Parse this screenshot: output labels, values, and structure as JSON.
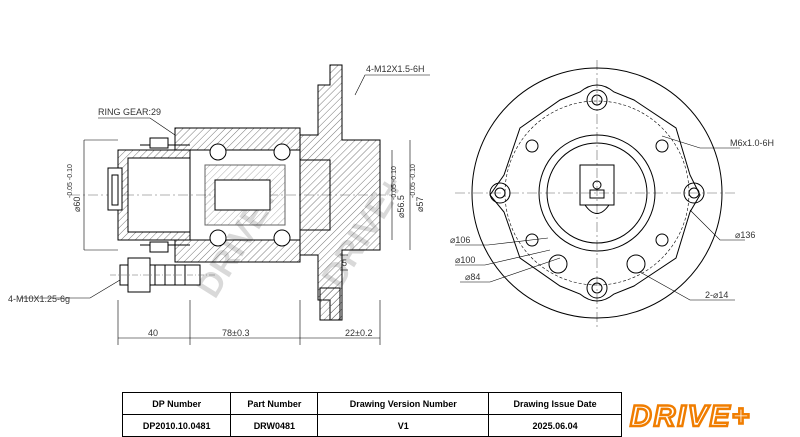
{
  "drawing": {
    "labels": {
      "thread_top": "4-M12X1.5-6H",
      "ring_gear": "RING GEAR:29",
      "stud_thread": "4-M10X1.25-6g",
      "dim_40": "40",
      "dim_78": "78±0.3",
      "dim_22": "22±0.2",
      "dim_5": "5",
      "dia_60": "⌀60",
      "dia_60_tol": "-0.05 -0.10",
      "dia_56_5": "⌀56.5",
      "dia_56_5_tol": "-0.05 -0.10",
      "dia_57": "⌀57",
      "dia_57_tol": "-0.05 -0.10",
      "thread_m6": "M6x1.0-6H",
      "dia_106": "⌀106",
      "dia_100": "⌀100",
      "dia_84": "⌀84",
      "dia_136": "⌀136",
      "holes_14": "2-⌀14"
    },
    "watermark": "DRIVE+"
  },
  "title_block": {
    "headers": [
      "DP Number",
      "Part Number",
      "Drawing Version Number",
      "Drawing Issue Date"
    ],
    "values": [
      "DP2010.10.0481",
      "DRW0481",
      "V1",
      "2025.06.04"
    ]
  },
  "brand": {
    "logo_text": "DRIVE+",
    "accent_color": "#f07d00"
  }
}
